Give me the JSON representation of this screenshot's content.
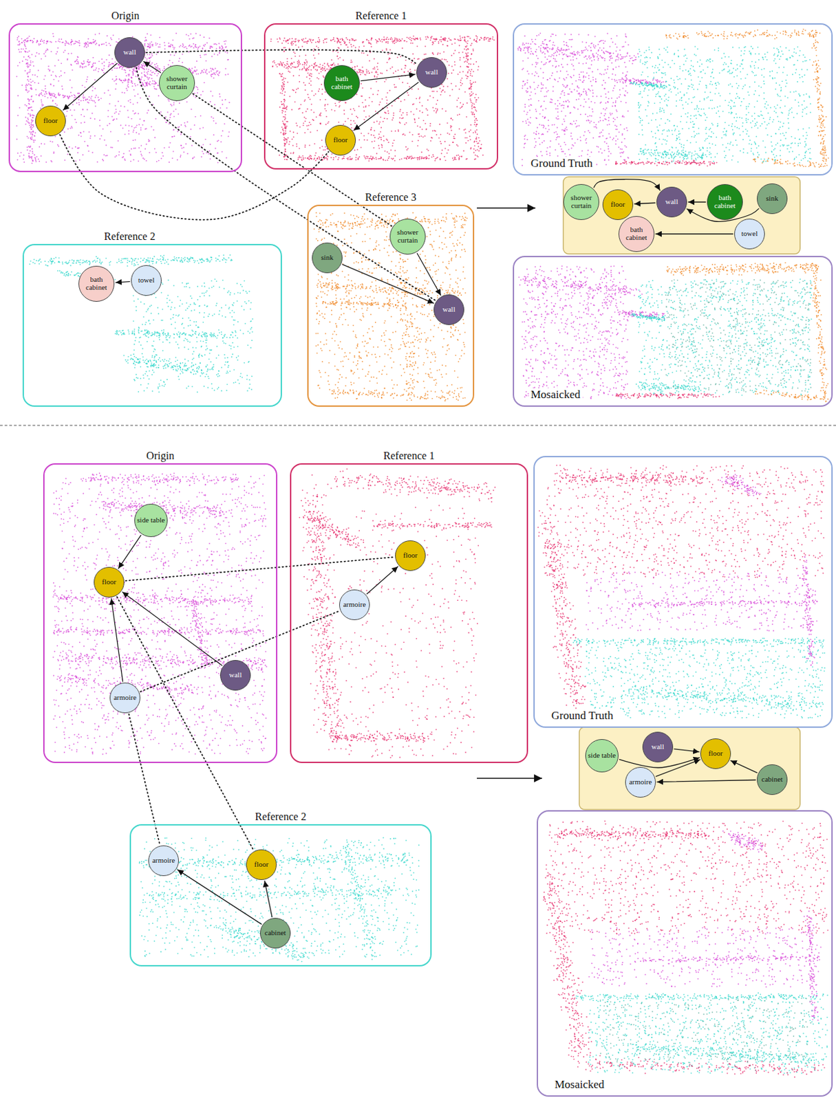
{
  "diagram": {
    "nodes": [
      {
        "text": [
          "Origin"
        ]
      },
      {
        "text": [
          "wall"
        ],
        "in": 0
      },
      {
        "text": [
          "shower curtain"
        ],
        "in": 0
      },
      {
        "text": [
          "floor"
        ],
        "in": 0
      },
      {
        "text": [
          "Reference 1"
        ]
      },
      {
        "text": [
          "bath cabinet"
        ],
        "in": 4
      },
      {
        "text": [
          "wall"
        ],
        "in": 4
      },
      {
        "text": [
          "floor"
        ],
        "in": 4
      },
      {
        "text": [
          "Ground Truth"
        ]
      },
      {
        "text": [
          "Reference 3"
        ]
      },
      {
        "text": [
          "shower curtain"
        ],
        "in": 9
      },
      {
        "text": [
          "sink"
        ],
        "in": 9
      },
      {
        "text": [
          "wall"
        ],
        "in": 9
      },
      {
        "text": [
          "shower curtain"
        ]
      },
      {
        "text": [
          "floor"
        ]
      },
      {
        "text": [
          "wall"
        ]
      },
      {
        "text": [
          "bath cabinet"
        ]
      },
      {
        "text": [
          "sink"
        ]
      },
      {
        "text": [
          "bath cabinet"
        ]
      },
      {
        "text": [
          "towel"
        ]
      },
      {
        "text": [
          "Reference 2"
        ]
      },
      {
        "text": [
          "bath cabinet"
        ],
        "in": 20
      },
      {
        "text": [
          "towel"
        ],
        "in": 20
      },
      {
        "text": [
          "Mosaicked"
        ]
      },
      {
        "text": [
          "Origin"
        ]
      },
      {
        "text": [
          "side table"
        ],
        "in": 24
      },
      {
        "text": [
          "floor"
        ],
        "in": 24
      },
      {
        "text": [
          "wall"
        ],
        "in": 24
      },
      {
        "text": [
          "armoire"
        ],
        "in": 24
      },
      {
        "text": [
          "Reference 1"
        ]
      },
      {
        "text": [
          "floor"
        ],
        "in": 29
      },
      {
        "text": [
          "armoire"
        ],
        "in": 29
      },
      {
        "text": [
          "Ground Truth"
        ]
      },
      {
        "text": [
          "side table"
        ]
      },
      {
        "text": [
          "wall"
        ]
      },
      {
        "text": [
          "floor"
        ]
      },
      {
        "text": [
          "armoire"
        ]
      },
      {
        "text": [
          "cabinet"
        ]
      },
      {
        "text": [
          "Reference 2"
        ]
      },
      {
        "text": [
          "armoire"
        ],
        "in": 38
      },
      {
        "text": [
          "floor"
        ],
        "in": 38
      },
      {
        "text": [
          "cabinet"
        ],
        "in": 38
      },
      {
        "text": [
          "Mosaicked"
        ]
      }
    ],
    "edges": [
      {
        "from": 1,
        "to": 3,
        "arrow": "to"
      },
      {
        "from": 2,
        "to": 1,
        "arrow": "to"
      },
      {
        "from": 5,
        "to": 6,
        "arrow": "to"
      },
      {
        "from": 6,
        "to": 7,
        "arrow": "to"
      },
      {
        "from": 22,
        "to": 21,
        "arrow": "to"
      },
      {
        "from": 10,
        "to": 12,
        "arrow": "to"
      },
      {
        "from": 11,
        "to": 12,
        "arrow": "to"
      },
      {
        "from": 13,
        "to": 15,
        "arrow": "to"
      },
      {
        "from": 15,
        "to": 14,
        "arrow": "to"
      },
      {
        "from": 16,
        "to": 15,
        "arrow": "to"
      },
      {
        "from": 17,
        "to": 15,
        "arrow": "to"
      },
      {
        "from": 19,
        "to": 18,
        "arrow": "to"
      },
      {
        "from": 1,
        "to": 6,
        "arrow": "none"
      },
      {
        "from": 3,
        "to": 7,
        "arrow": "none"
      },
      {
        "from": 2,
        "to": 10,
        "arrow": "none"
      },
      {
        "from": 1,
        "to": 12,
        "arrow": "none"
      },
      {
        "from": 25,
        "to": 26,
        "arrow": "to"
      },
      {
        "from": 28,
        "to": 26,
        "arrow": "to"
      },
      {
        "from": 27,
        "to": 26,
        "arrow": "to"
      },
      {
        "from": 31,
        "to": 30,
        "arrow": "to"
      },
      {
        "from": 41,
        "to": 39,
        "arrow": "to"
      },
      {
        "from": 41,
        "to": 40,
        "arrow": "to"
      },
      {
        "from": 33,
        "to": 35,
        "arrow": "to"
      },
      {
        "from": 34,
        "to": 35,
        "arrow": "to"
      },
      {
        "from": 36,
        "to": 35,
        "arrow": "to"
      },
      {
        "from": 37,
        "to": 35,
        "arrow": "to"
      },
      {
        "from": 37,
        "to": 36,
        "arrow": "to"
      },
      {
        "from": 26,
        "to": 30,
        "arrow": "none"
      },
      {
        "from": 28,
        "to": 31,
        "arrow": "none"
      },
      {
        "from": 28,
        "to": 39,
        "arrow": "none"
      },
      {
        "from": 26,
        "to": 40,
        "arrow": "none"
      }
    ]
  }
}
